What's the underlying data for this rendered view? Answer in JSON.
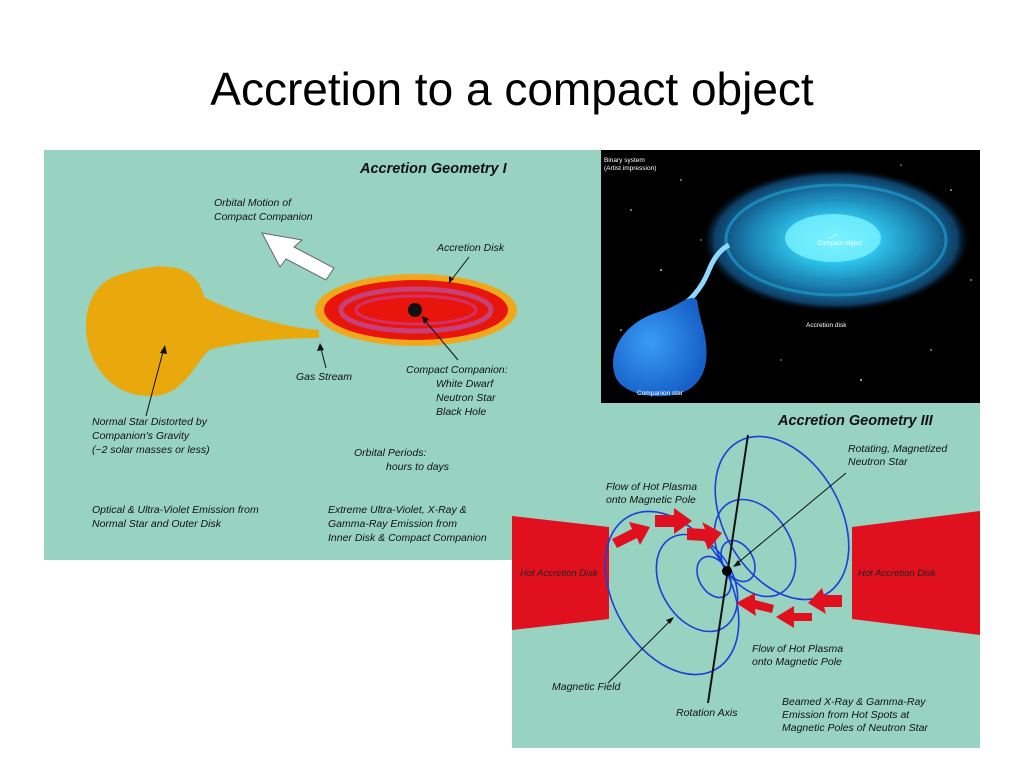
{
  "slide": {
    "title": "Accretion to a compact object"
  },
  "geometry1": {
    "heading": "Accretion Geometry I",
    "orbital_motion": [
      "Orbital Motion of",
      "Compact Companion"
    ],
    "accretion_disk": "Accretion Disk",
    "gas_stream": "Gas Stream",
    "compact_companion": [
      "Compact Companion:",
      "White Dwarf",
      "Neutron Star",
      "Black Hole"
    ],
    "normal_star": [
      "Normal Star Distorted by",
      "Companion's Gravity",
      "(~2 solar masses or less)"
    ],
    "orbital_periods": [
      "Orbital Periods:",
      "hours to days"
    ],
    "optical_emission": [
      "Optical & Ultra-Violet Emission from",
      "Normal Star and Outer Disk"
    ],
    "extreme_emission": [
      "Extreme Ultra-Violet, X-Ray &",
      "Gamma-Ray Emission from",
      "Inner Disk & Compact Companion"
    ],
    "colors": {
      "background": "#97d3c0",
      "star": "#e9a80c",
      "disk_outer": "#f0a81a",
      "disk_inner": "#e8150c"
    }
  },
  "binary": {
    "caption": [
      "Binary system",
      "(Artist impression)"
    ],
    "compact_object": "Compact object",
    "accretion_disk": "Accretion disk",
    "companion_star": "Companion star"
  },
  "geometry3": {
    "heading": "Accretion Geometry III",
    "neutron_star": [
      "Rotating, Magnetized",
      "Neutron Star"
    ],
    "flow_top": [
      "Flow of Hot Plasma",
      "onto Magnetic Pole"
    ],
    "hot_disk_left": "Hot Accretion Disk",
    "hot_disk_right": "Hot Accretion Disk",
    "flow_bottom": [
      "Flow of Hot Plasma",
      "onto Magnetic Pole"
    ],
    "magnetic_field": "Magnetic Field",
    "rotation_axis": "Rotation Axis",
    "beamed": [
      "Beamed X-Ray & Gamma-Ray",
      "Emission from Hot Spots at",
      "Magnetic Poles of Neutron Star"
    ],
    "colors": {
      "disk": "#e0101e",
      "field": "#1b3fd8"
    }
  }
}
